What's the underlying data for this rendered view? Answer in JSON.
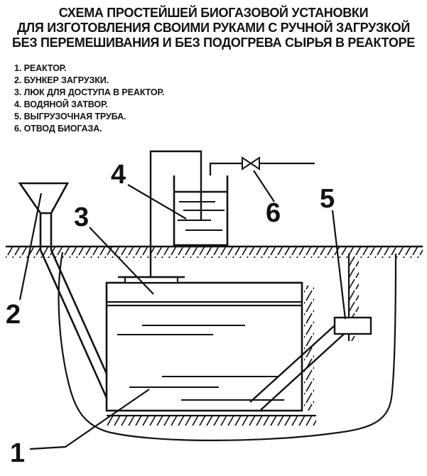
{
  "title": {
    "line1": "СХЕМА ПРОСТЕЙШЕЙ БИОГАЗОВОЙ УСТАНОВКИ",
    "line2": "ДЛЯ ИЗГОТОВЛЕНИЯ СВОИМИ РУКАМИ С РУЧНОЙ ЗАГРУЗКОЙ",
    "line3": "БЕЗ ПЕРЕМЕШИВАНИЯ И БЕЗ ПОДОГРЕВА СЫРЬЯ В РЕАКТОРЕ"
  },
  "legend": {
    "items": [
      "1. РЕАКТОР.",
      "2. БУНКЕР ЗАГРУЗКИ.",
      "3. ЛЮК ДЛЯ ДОСТУПА В РЕАКТОР.",
      "4. ВОДЯНОЙ ЗАТВОР.",
      "5. ВЫГРУЗОЧНАЯ ТРУБА.",
      "6. ОТВОД БИОГАЗА."
    ]
  },
  "diagram": {
    "callouts": {
      "reactor": "1",
      "hopper": "2",
      "hatch": "3",
      "water_seal": "4",
      "discharge_pipe": "5",
      "gas_outlet": "6"
    },
    "ink_color": "#111111",
    "background_color": "#ffffff"
  }
}
